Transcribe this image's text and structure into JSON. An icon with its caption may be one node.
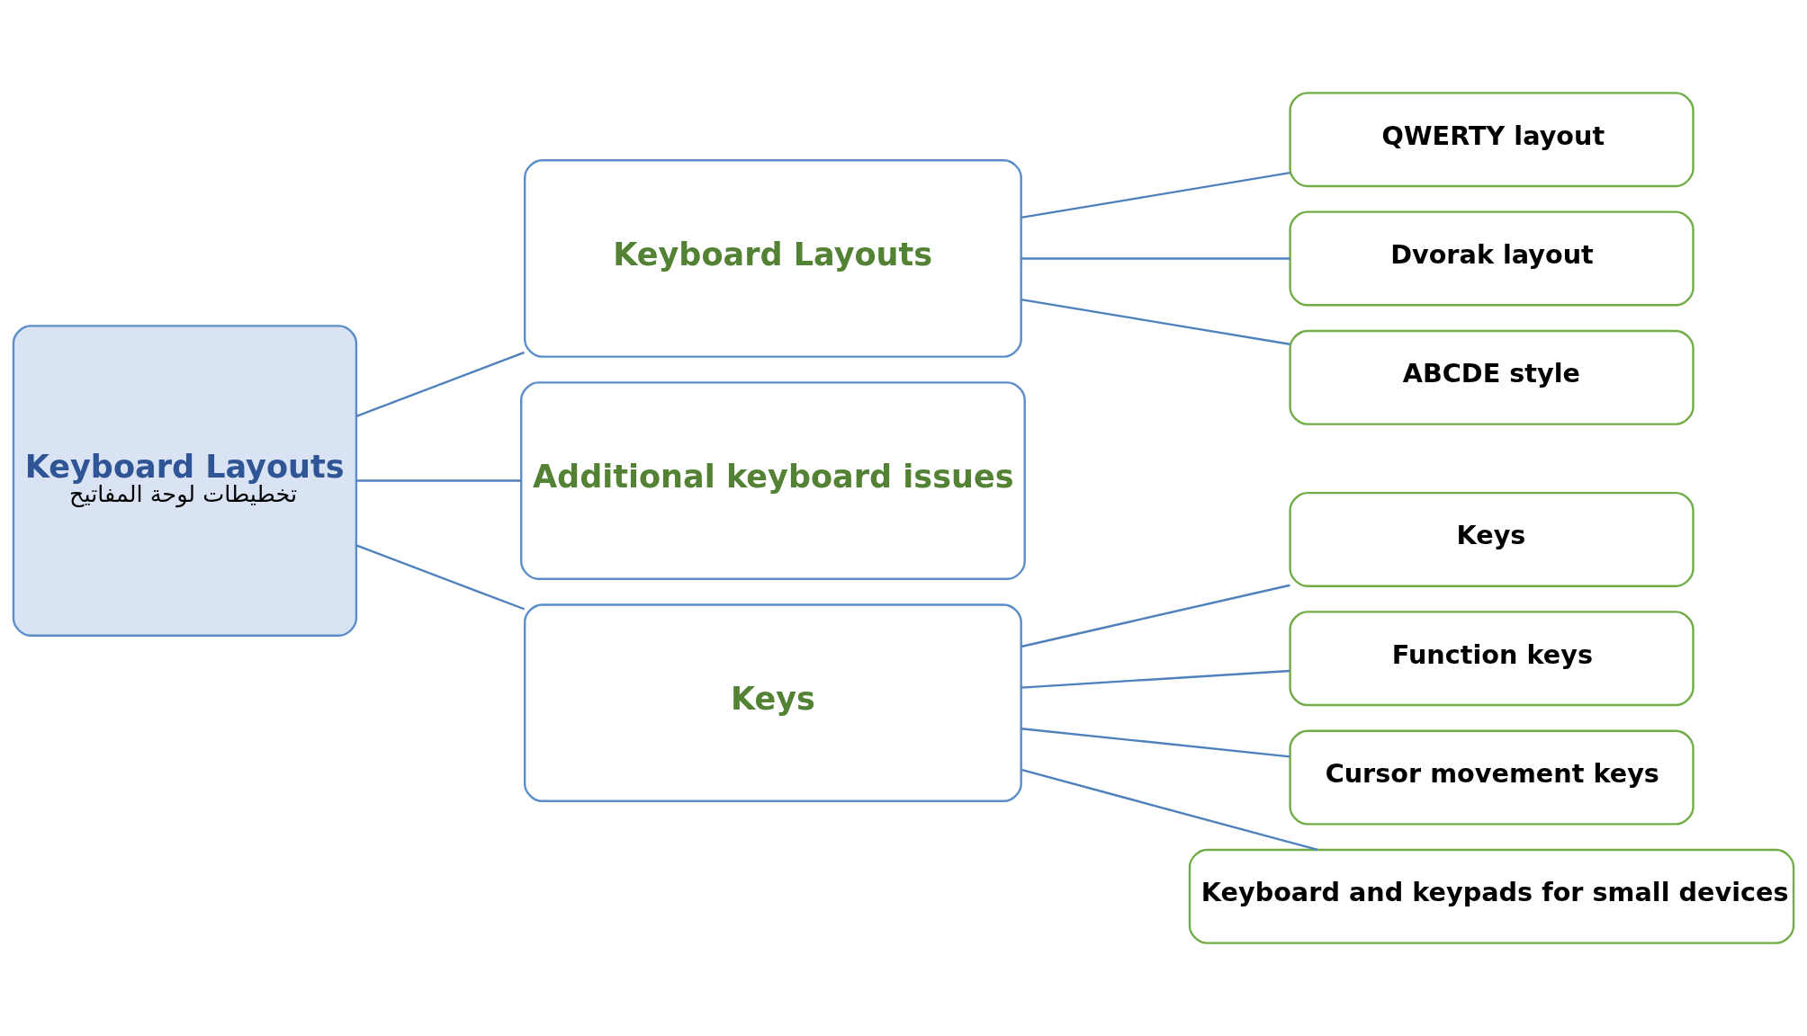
{
  "diagram": {
    "nodes": [
      {
        "text": [
          "Keyboard Layouts",
          "تخطيطات لوحة المفاتيح"
        ]
      },
      {
        "text": [
          "Keyboard Layouts"
        ]
      },
      {
        "text": [
          "Additional keyboard issues"
        ]
      },
      {
        "text": [
          "Keys"
        ]
      },
      {
        "text": [
          "QWERTY layout"
        ]
      },
      {
        "text": [
          "Dvorak layout"
        ]
      },
      {
        "text": [
          "ABCDE style"
        ]
      },
      {
        "text": [
          "Keys"
        ]
      },
      {
        "text": [
          "Function keys"
        ]
      },
      {
        "text": [
          "Cursor movement keys"
        ]
      },
      {
        "text": [
          "Keyboard and keypads for small devices"
        ]
      }
    ],
    "edges": [
      {
        "from": 0,
        "to": 1,
        "arrow": "none"
      },
      {
        "from": 0,
        "to": 2,
        "arrow": "none"
      },
      {
        "from": 0,
        "to": 3,
        "arrow": "none"
      },
      {
        "from": 1,
        "to": 4,
        "arrow": "none"
      },
      {
        "from": 1,
        "to": 5,
        "arrow": "none"
      },
      {
        "from": 1,
        "to": 6,
        "arrow": "none"
      },
      {
        "from": 3,
        "to": 7,
        "arrow": "none"
      },
      {
        "from": 3,
        "to": 8,
        "arrow": "none"
      },
      {
        "from": 3,
        "to": 9,
        "arrow": "none"
      },
      {
        "from": 3,
        "to": 10,
        "arrow": "none"
      }
    ]
  }
}
